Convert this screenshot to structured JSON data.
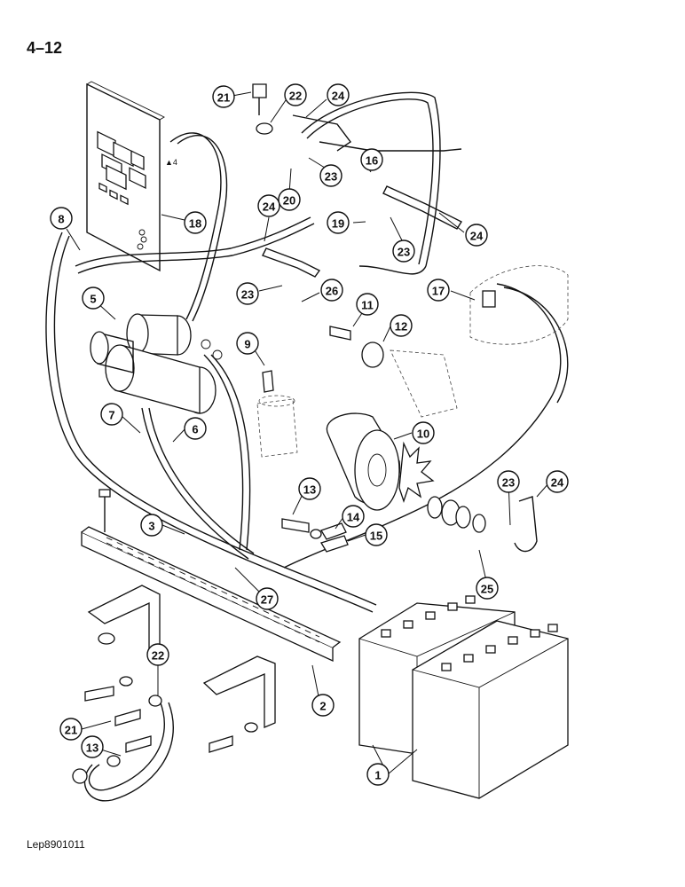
{
  "page": {
    "number": "4–12",
    "code": "Lep8901011"
  },
  "board_marker": "▲4",
  "callouts": [
    {
      "id": "c21a",
      "label": "21"
    },
    {
      "id": "c22a",
      "label": "22"
    },
    {
      "id": "c24a",
      "label": "24"
    },
    {
      "id": "c16",
      "label": "16"
    },
    {
      "id": "c23a",
      "label": "23"
    },
    {
      "id": "c20",
      "label": "20"
    },
    {
      "id": "c18",
      "label": "18"
    },
    {
      "id": "c24b",
      "label": "24"
    },
    {
      "id": "c19",
      "label": "19"
    },
    {
      "id": "c23b",
      "label": "23"
    },
    {
      "id": "c24c",
      "label": "24"
    },
    {
      "id": "c8",
      "label": "8"
    },
    {
      "id": "c5",
      "label": "5"
    },
    {
      "id": "c23c",
      "label": "23"
    },
    {
      "id": "c26",
      "label": "26"
    },
    {
      "id": "c17",
      "label": "17"
    },
    {
      "id": "c11",
      "label": "11"
    },
    {
      "id": "c12",
      "label": "12"
    },
    {
      "id": "c9",
      "label": "9"
    },
    {
      "id": "c7",
      "label": "7"
    },
    {
      "id": "c6",
      "label": "6"
    },
    {
      "id": "c10",
      "label": "10"
    },
    {
      "id": "c13a",
      "label": "13"
    },
    {
      "id": "c14",
      "label": "14"
    },
    {
      "id": "c15",
      "label": "15"
    },
    {
      "id": "c3",
      "label": "3"
    },
    {
      "id": "c23d",
      "label": "23"
    },
    {
      "id": "c24d",
      "label": "24"
    },
    {
      "id": "c25",
      "label": "25"
    },
    {
      "id": "c27",
      "label": "27"
    },
    {
      "id": "c22b",
      "label": "22"
    },
    {
      "id": "c2",
      "label": "2"
    },
    {
      "id": "c21b",
      "label": "21"
    },
    {
      "id": "c13b",
      "label": "13"
    },
    {
      "id": "c1",
      "label": "1"
    }
  ]
}
